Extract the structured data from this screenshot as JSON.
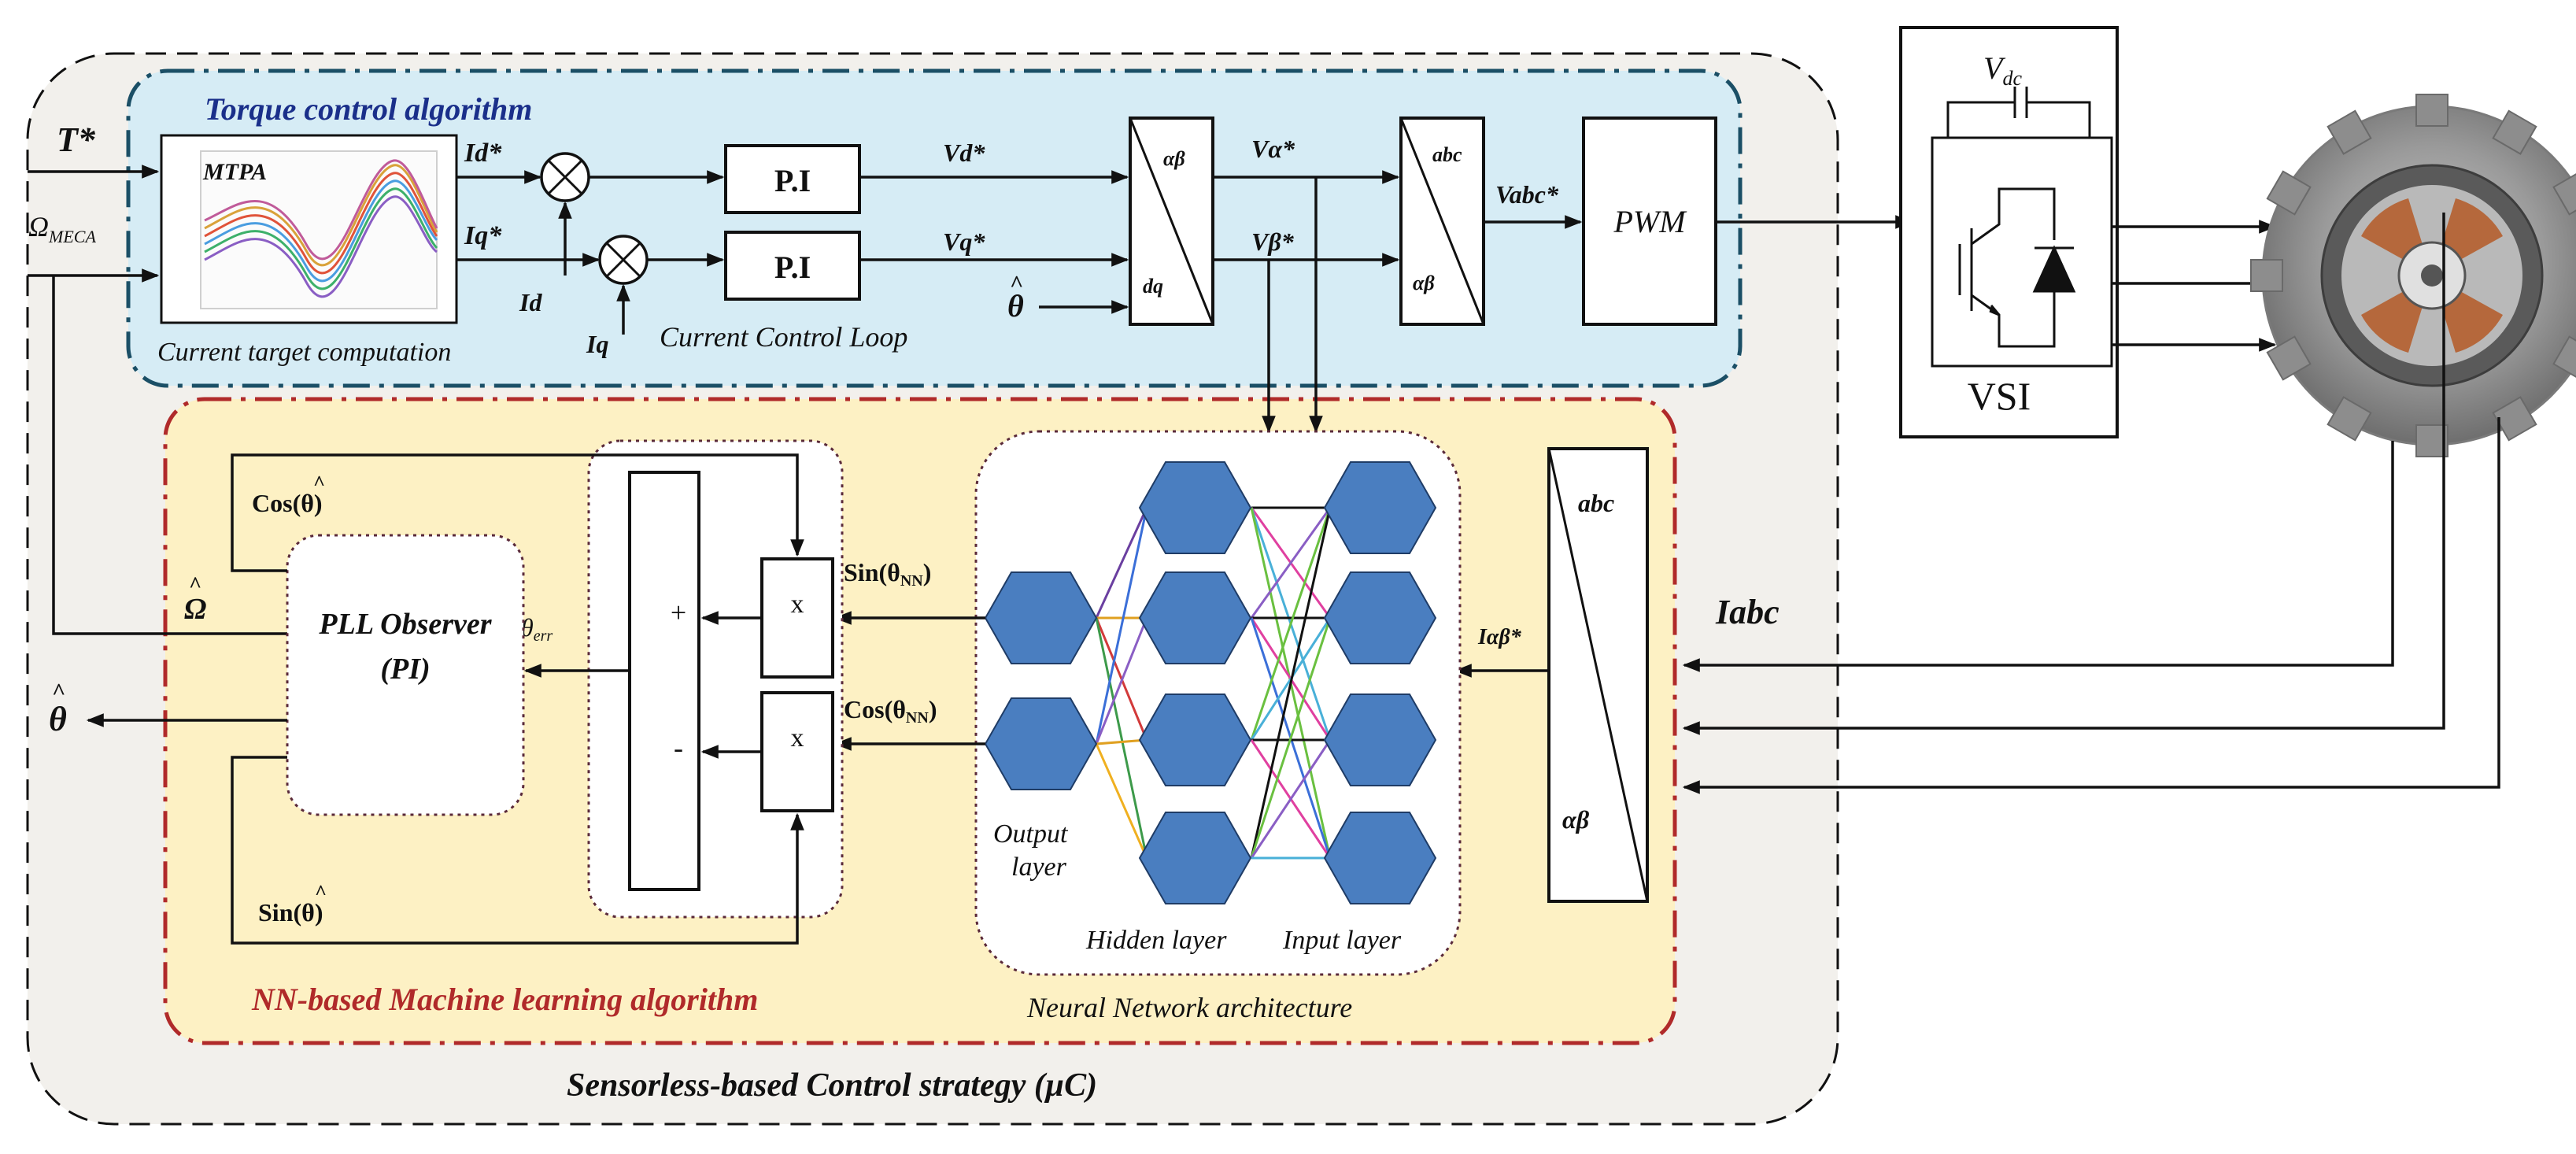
{
  "colors": {
    "outer_region": "#f2f0ec",
    "torque_region": "#d6ecf5",
    "torque_border": "#1b4f66",
    "nn_region": "#fdf1c4",
    "nn_border": "#b02a2a",
    "neuron": "#4a7ec0",
    "torque_title": "#1a2f8a",
    "nn_title": "#b02a2a"
  },
  "regions": {
    "outer_title": "Sensorless-based Control strategy (µC)",
    "torque_title": "Torque control algorithm",
    "nn_title": "NN-based Machine learning algorithm",
    "nn_arch_title": "Neural Network architecture"
  },
  "inputs": {
    "torque_ref": "T*",
    "speed_ref_main": "Ω",
    "speed_ref_sub": "MECA"
  },
  "mtpa": {
    "label": "MTPA",
    "caption": "Current target computation"
  },
  "signals": {
    "id_ref": "Id*",
    "iq_ref": "Iq*",
    "id_fb": "Id",
    "iq_fb": "Iq",
    "vd_ref": "Vd*",
    "vq_ref": "Vq*",
    "theta_hat": "θ",
    "valpha_ref": "Vα*",
    "vbeta_ref": "Vβ*",
    "vabc_ref": "Vabc*",
    "hat": "^",
    "current_loop": "Current Control Loop",
    "i_alpha_beta": "Iαβ*",
    "i_abc": "Iabc",
    "omega_hat": "Ω",
    "theta_err_main": "θ",
    "theta_err_sub": "err",
    "cos_hat": "Cos(θ)",
    "sin_hat": "Sin(θ)",
    "sin_nn_main": "Sin(θ",
    "sin_nn_sub": "NN",
    "cos_nn_main": "Cos(θ",
    "cos_nn_sub": "NN",
    "close_paren": ")",
    "sum_plus": "+",
    "sum_minus": "-"
  },
  "blocks": {
    "pi_d": "P.I",
    "pi_q": "P.I",
    "inv_park_top": "αβ",
    "inv_park_bottom": "dq",
    "inv_clarke_top": "abc",
    "inv_clarke_bottom": "αβ",
    "pwm": "PWM",
    "vsi": "VSI",
    "vdc_main": "V",
    "vdc_sub": "dc",
    "pll_line1": "PLL Observer",
    "pll_line2": "(PI)",
    "mult_sin": "x",
    "mult_cos": "x",
    "clarke_top": "abc",
    "clarke_bottom": "αβ"
  },
  "nn": {
    "output_label_1": "Output",
    "output_label_2": "layer",
    "hidden_label": "Hidden layer",
    "input_label": "Input layer",
    "output_neurons": 2,
    "hidden_neurons": 4,
    "input_neurons": 4
  }
}
